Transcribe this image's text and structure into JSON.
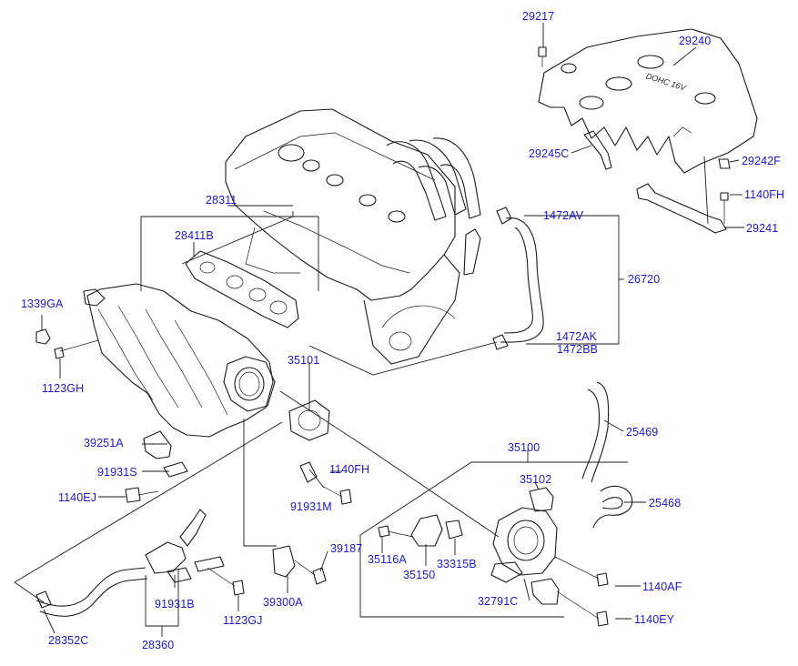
{
  "colors": {
    "label": "#1a1acc",
    "line": "#1a1a1a",
    "background": "#ffffff"
  },
  "cover_text": "DOHC 16V",
  "labels": {
    "p29217": "29217",
    "p29240": "29240",
    "p29245C": "29245C",
    "p29242F": "29242F",
    "p1140FH_top": "1140FH",
    "p29241": "29241",
    "p28311": "28311",
    "p28411B": "28411B",
    "p1472AV": "1472AV",
    "p26720": "26720",
    "p1339GA": "1339GA",
    "p1472AK": "1472AK",
    "p1472BB": "1472BB",
    "p1123GH": "1123GH",
    "p35101": "35101",
    "p25469": "25469",
    "p35100": "35100",
    "p39251A": "39251A",
    "p91931S": "91931S",
    "p1140FH_mid": "1140FH",
    "p35102": "35102",
    "p1140EJ": "1140EJ",
    "p91931M": "91931M",
    "p25468": "25468",
    "p39187": "39187",
    "p35116A": "35116A",
    "p33315B": "33315B",
    "p35150": "35150",
    "p1140AF": "1140AF",
    "p91931B": "91931B",
    "p1123GJ": "1123GJ",
    "p39300A": "39300A",
    "p32791C": "32791C",
    "p1140EY": "1140EY",
    "p28352C": "28352C",
    "p28360": "28360"
  }
}
